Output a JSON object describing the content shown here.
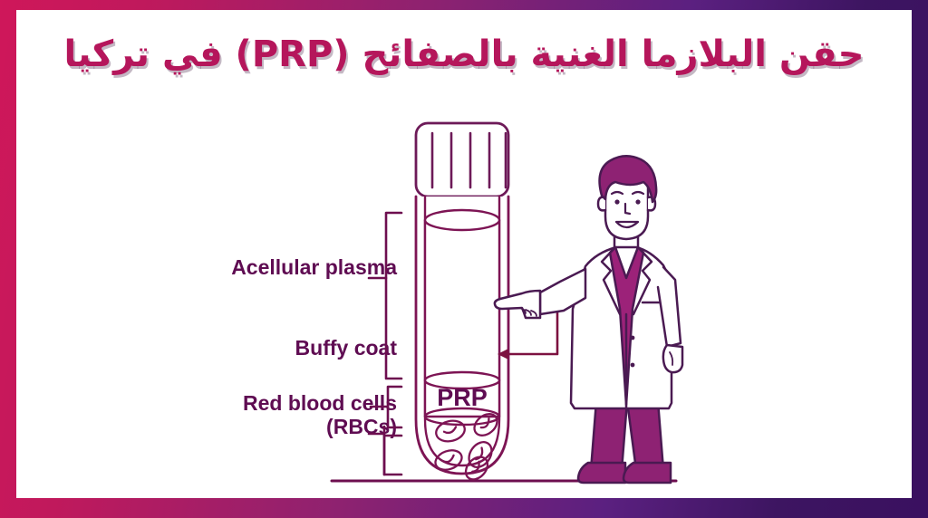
{
  "poster": {
    "title": "حقن البلازما الغنية بالصفائح (PRP) في تركيا",
    "title_color": "#b5165b",
    "frame_gradient_start": "#cf175a",
    "frame_gradient_end": "#3a1060",
    "canvas_color": "#ffffff",
    "line_color": "#5f0c52",
    "accent_color": "#8e2273"
  },
  "diagram": {
    "type": "blood-separation-test-tube",
    "labels": [
      {
        "id": "acellular-plasma",
        "text": "Acellular plasma"
      },
      {
        "id": "buffy-coat",
        "text": "Buffy coat"
      },
      {
        "id": "red-blood-cells",
        "text": "Red blood cells\n(RBCs)"
      }
    ],
    "tube": {
      "cap_stripe_count": 5,
      "band_label": "PRP",
      "layers": [
        {
          "name": "Acellular plasma",
          "fill": "#ffffff"
        },
        {
          "name": "Buffy coat",
          "fill": "#ffffff"
        },
        {
          "name": "Red blood cells",
          "fill": "#ffffff"
        }
      ],
      "rbc_count": 6
    },
    "figure": {
      "name": "doctor",
      "hair_color": "#8e2273",
      "coat_color": "#ffffff",
      "shirt_color": "#9c2279",
      "trousers_color": "#8e2273",
      "gesture": "pointing-at-prp-band"
    },
    "arrow": {
      "from": "doctor-hand",
      "to": "prp-band",
      "color": "#7c1140"
    }
  }
}
